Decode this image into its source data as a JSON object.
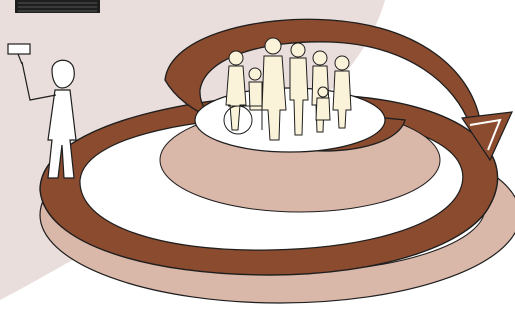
{
  "scene": {
    "caption": "",
    "colors": {
      "background_blob": "#e9dedb",
      "spiral_fill": "#8a4b2f",
      "spiral_shadow": "#d9b7a9",
      "figure_fill": "#fbf3d9",
      "outline": "#1e1e1e"
    },
    "icons": [
      "scribble-banner",
      "hammer-icon",
      "person-figure",
      "family-group",
      "wheelchair-icon",
      "arrow-head-icon"
    ]
  }
}
